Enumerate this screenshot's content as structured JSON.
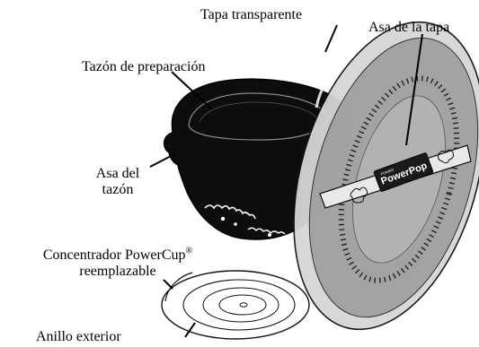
{
  "labels": {
    "lid": "Tapa transparente",
    "lid_handle": "Asa de la tapa",
    "bowl": "Tazón de preparación",
    "bowl_handle_line1": "Asa del",
    "bowl_handle_line2": "tazón",
    "powercup_line1": "Concentrador PowerCup",
    "powercup_reg": "®",
    "powercup_line2": "reemplazable",
    "outer_ring": "Anillo exterior"
  },
  "brand": {
    "logo_small": "POWER",
    "logo_main": "PowerPop"
  },
  "colors": {
    "bowl": "#0d0d0d",
    "lid_fill": "#9e9e9e",
    "lid_rim": "#d6d6d6",
    "outline": "#111111",
    "brand_panel": "#1a1a1a"
  }
}
